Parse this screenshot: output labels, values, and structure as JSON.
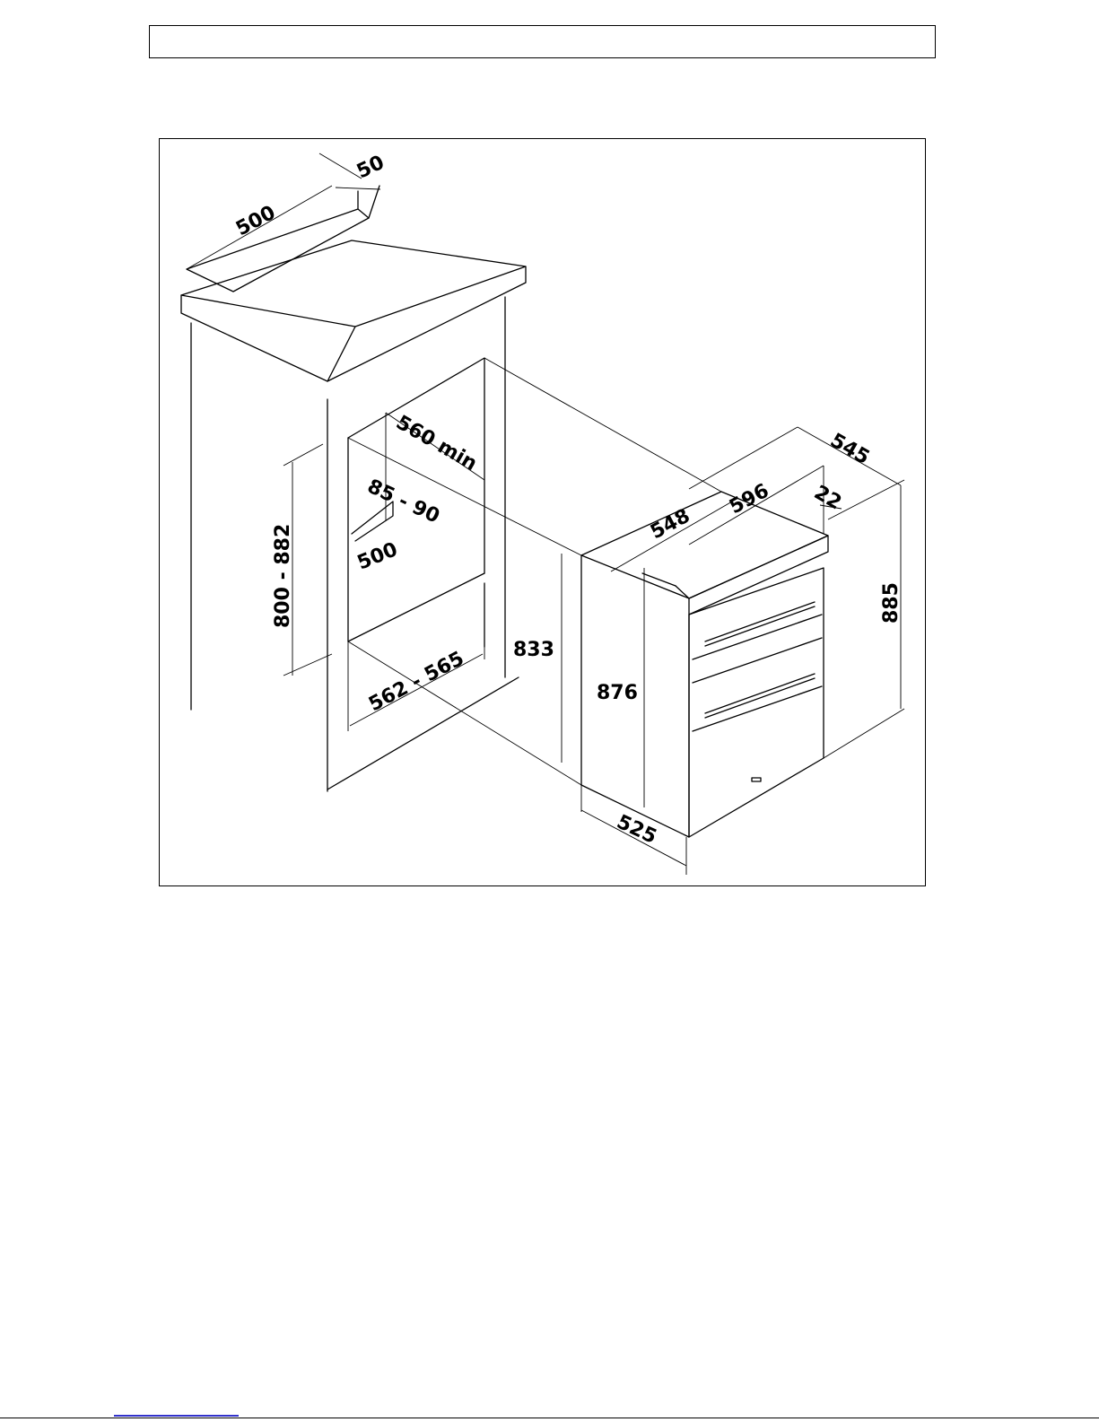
{
  "header": {
    "text": ""
  },
  "figure": {
    "labels": {
      "d50": "50",
      "d500_top": "500",
      "d560": "560 min",
      "d85_90": "85 - 90",
      "d500_in": "500",
      "d800_882": "800 - 882",
      "d562_565": "562 - 565",
      "d833": "833",
      "d545": "545",
      "d596": "596",
      "d22": "22",
      "d548": "548",
      "d876": "876",
      "d885": "885",
      "d525": "525"
    }
  }
}
